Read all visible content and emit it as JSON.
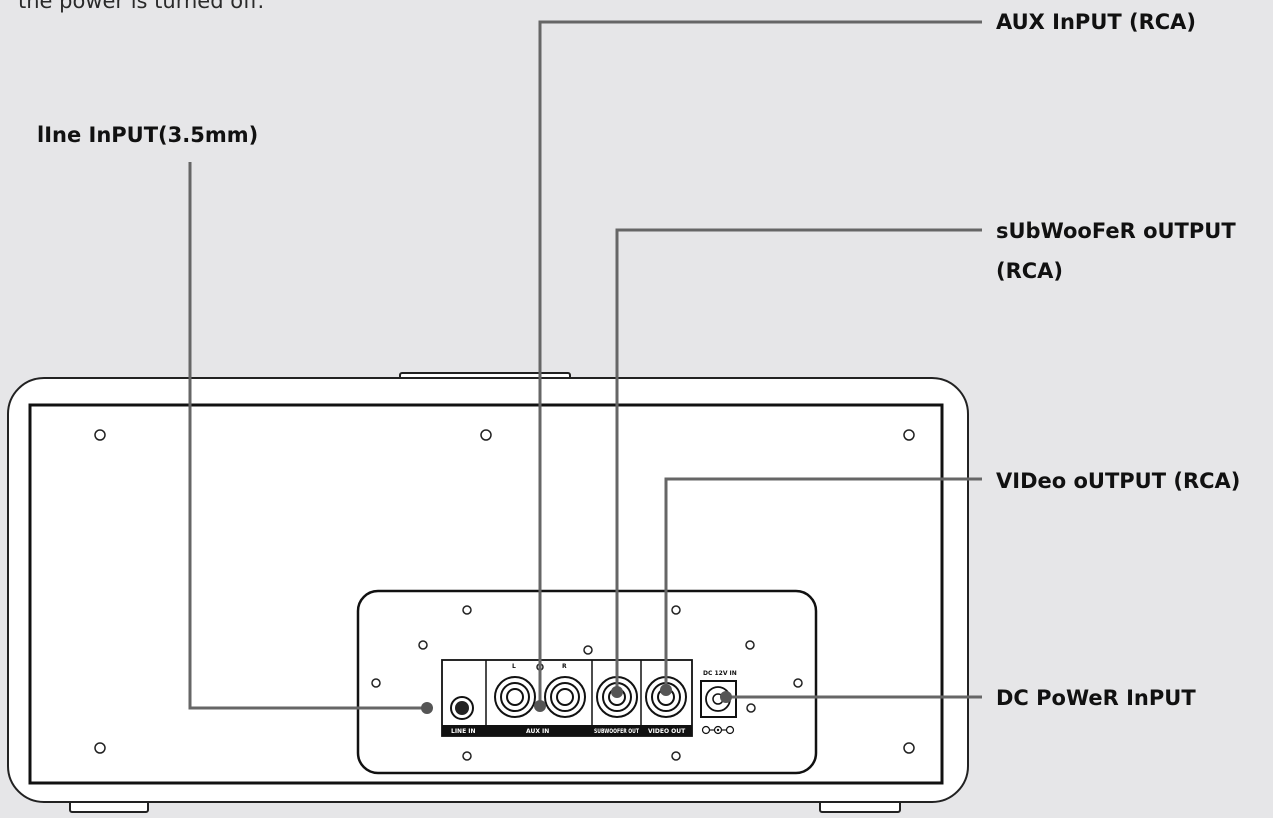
{
  "intro": {
    "text": "the power is turned off."
  },
  "callouts": {
    "aux_input": "AUX InPUT (RCA)",
    "line_input": "lIne InPUT(3.5mm)",
    "subwoofer_output_line1": "sUbWooFeR oUTPUT",
    "subwoofer_output_line2": "(RCA)",
    "video_output": "VIDeo oUTPUT (RCA)",
    "dc_power_input": "DC PoWeR InPUT"
  },
  "panel": {
    "line_in": "LINE IN",
    "aux_in": "AUX IN",
    "subwoofer_out": "SUBWOOFER OUT",
    "video_out": "VIDEO OUT",
    "dc_in": "DC 12V IN",
    "aux_left": "L",
    "aux_right": "R"
  },
  "colors": {
    "background": "#e6e6e8",
    "leader_line": "#666666",
    "device_outline": "#222222",
    "label_text": "#111111"
  }
}
